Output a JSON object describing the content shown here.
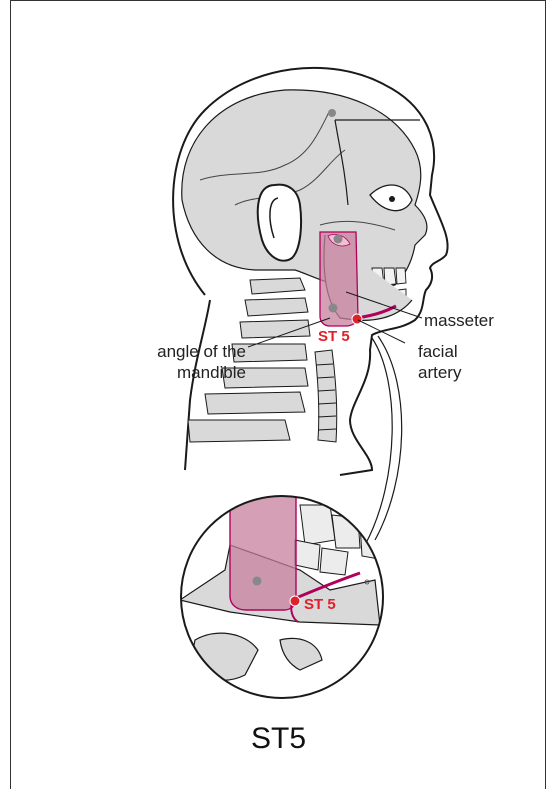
{
  "title": "ST5",
  "labels": {
    "masseter": "masseter",
    "angle_line1": "angle of the",
    "angle_line2": "mandible",
    "facial_line1": "facial",
    "facial_line2": "artery",
    "point_main": "ST 5",
    "point_zoom": "ST 5"
  },
  "colors": {
    "muscle": "#c77f9e",
    "artery": "#b0005c",
    "point": "#e0202a",
    "skull": "#d9d9d9",
    "outline": "#1a1a1a"
  },
  "icons": [
    "acupoint-marker",
    "magnifier-circle"
  ]
}
